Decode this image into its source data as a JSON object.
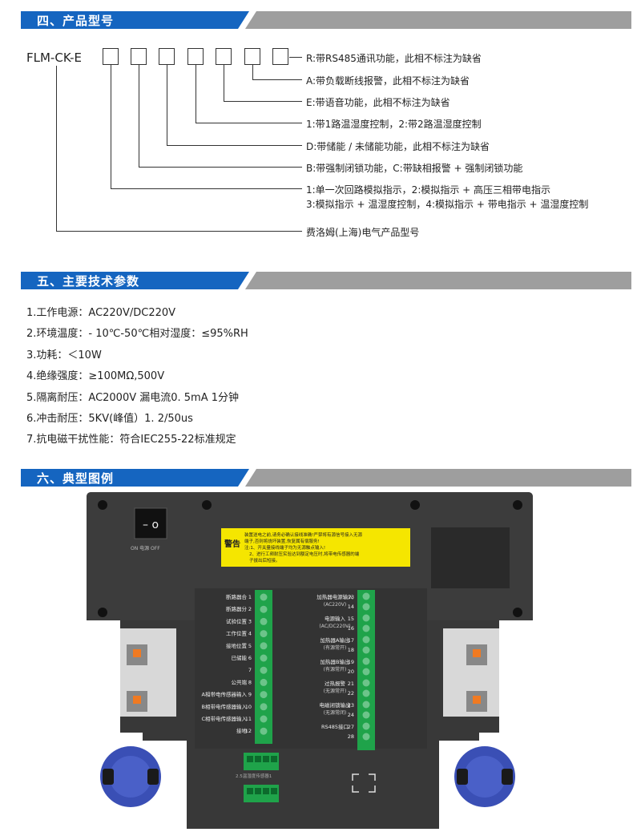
{
  "sections": {
    "model": "四、产品型号",
    "tech": "五、主要技术参数",
    "example": "六、典型图例"
  },
  "model_code": "FLM-CK-E",
  "model_options": [
    "R:带RS485通讯功能，此相不标注为缺省",
    "A:带负载断线报警，此相不标注为缺省",
    "E:带语音功能，此相不标注为缺省",
    "1:带1路温湿度控制，2:带2路温湿度控制",
    "D:带储能 / 未储能功能，此相不标注为缺省",
    "B:带强制闭锁功能，C:带缺相报警 + 强制闭锁功能",
    "1:单一次回路模拟指示，2:模拟指示 + 高压三相带电指示",
    "3:模拟指示 + 温湿度控制，4:模拟指示 + 带电指示 + 温湿度控制",
    "费洛姆(上海)电气产品型号"
  ],
  "tech_params": [
    "1.工作电源：AC220V/DC220V",
    "2.环境温度：- 10℃-50℃相对湿度：≤95%RH",
    "3.功耗：＜10W",
    "4.绝缘强度：≥100MΩ,500V",
    "5.隔离耐压：AC2000V 漏电流0. 5mA 1分钟",
    "6.冲击耐压：5KV(峰值）1. 2/50us",
    "7.抗电磁干扰性能：符合IEC255-22标准规定"
  ],
  "device": {
    "switch_label": "ON 电源 OFF",
    "warning_title": "警告",
    "warning_lines": [
      "装置送电之前,请务必确认接线准确!严禁将有源信号接入无源",
      "端子,否则将烧坏装置,恢复属有偿服务!",
      "注:1、开关量接线端子均为无源触点输入!",
      "2、进行工频耐压实验达到额定电压时,将带电传感器的端",
      "子拔出后短接。"
    ],
    "left_terminals": [
      {
        "label": "断路器合",
        "num": "1"
      },
      {
        "label": "断路器分",
        "num": "2"
      },
      {
        "label": "试验位置",
        "num": "3"
      },
      {
        "label": "工作位置",
        "num": "4"
      },
      {
        "label": "接地位置",
        "num": "5"
      },
      {
        "label": "已储能",
        "num": "6"
      },
      {
        "label": "",
        "num": "7"
      },
      {
        "label": "公共端",
        "num": "8"
      },
      {
        "label": "A相带电传感器输入",
        "num": "9"
      },
      {
        "label": "B相带电传感器输入",
        "num": "10"
      },
      {
        "label": "C相带电传感器输入",
        "num": "11"
      },
      {
        "label": "接地",
        "num": "12"
      }
    ],
    "right_terminals": [
      {
        "label1": "加热器电源输入",
        "label2": "(AC220V)",
        "num1": "13",
        "num2": "14"
      },
      {
        "label1": "电源输入",
        "label2": "(AC/DC220V)",
        "num1": "15",
        "num2": "16"
      },
      {
        "label1": "加热器A输出",
        "label2": "(有源常开)",
        "num1": "17",
        "num2": "18"
      },
      {
        "label1": "加热器B输出",
        "label2": "(有源常开)",
        "num1": "19",
        "num2": "20"
      },
      {
        "label1": "过热报警",
        "label2": "(无源常开)",
        "num1": "21",
        "num2": "22"
      },
      {
        "label1": "电磁闭锁输出",
        "label2": "(无源常闭)",
        "num1": "23",
        "num2": "24"
      },
      {
        "label1": "RS485接口",
        "label2": "",
        "num1": "27",
        "num2": "28"
      }
    ],
    "bottom_connector_label": "2.5温湿度传感器1"
  },
  "colors": {
    "section_blue": "#1565c0",
    "section_gray": "#9e9e9e",
    "device_body": "#3a3a3a",
    "terminal_green": "#1fa34a",
    "warning_yellow": "#f5e600",
    "knob_blue": "#3a4fb5"
  }
}
